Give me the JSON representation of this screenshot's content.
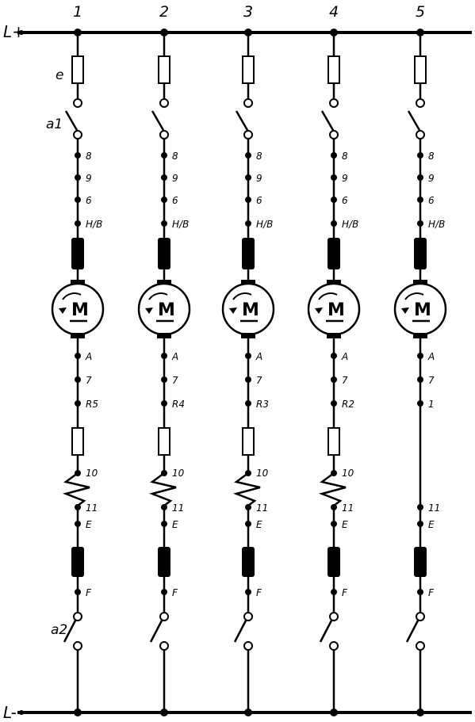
{
  "rails": {
    "top": "L+",
    "bottom": "L-"
  },
  "labels": {
    "fuse": "e",
    "switch_top": "a1",
    "switch_bottom": "a2"
  },
  "motor_letter": "M",
  "branches": [
    {
      "number": "1",
      "top_terminals": [
        "8",
        "9",
        "6",
        "H/B"
      ],
      "bottom_terminals": [
        "A",
        "7",
        "R5"
      ],
      "has_resistor": true,
      "t10": "10",
      "t11": "11",
      "E": "E",
      "F": "F"
    },
    {
      "number": "2",
      "top_terminals": [
        "8",
        "9",
        "6",
        "H/B"
      ],
      "bottom_terminals": [
        "A",
        "7",
        "R4"
      ],
      "has_resistor": true,
      "t10": "10",
      "t11": "11",
      "E": "E",
      "F": "F"
    },
    {
      "number": "3",
      "top_terminals": [
        "8",
        "9",
        "6",
        "H/B"
      ],
      "bottom_terminals": [
        "A",
        "7",
        "R3"
      ],
      "has_resistor": true,
      "t10": "10",
      "t11": "11",
      "E": "E",
      "F": "F"
    },
    {
      "number": "4",
      "top_terminals": [
        "8",
        "9",
        "6",
        "H/B"
      ],
      "bottom_terminals": [
        "A",
        "7",
        "R2"
      ],
      "has_resistor": true,
      "t10": "10",
      "t11": "11",
      "E": "E",
      "F": "F"
    },
    {
      "number": "5",
      "top_terminals": [
        "8",
        "9",
        "6",
        "H/B"
      ],
      "bottom_terminals": [
        "A",
        "7",
        "1"
      ],
      "has_resistor": false,
      "t11": "11",
      "E": "E",
      "F": "F"
    }
  ]
}
